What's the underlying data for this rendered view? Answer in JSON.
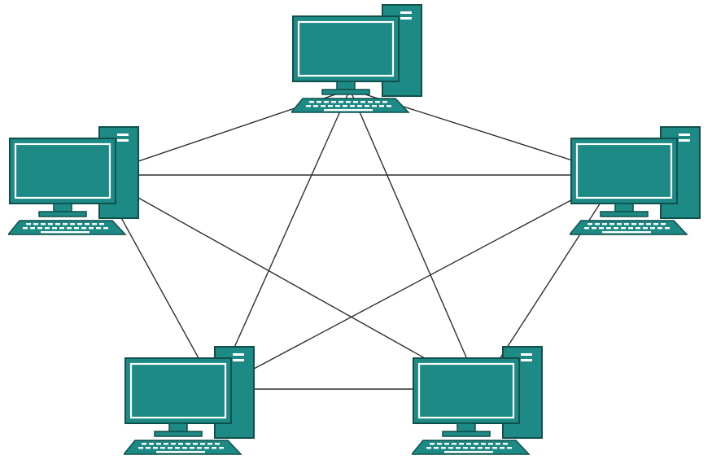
{
  "diagram": {
    "topology": "full mesh",
    "node_type": "computer",
    "node_icon": "desktop-computer-icon",
    "nodes": [
      {
        "id": "top"
      },
      {
        "id": "left"
      },
      {
        "id": "right"
      },
      {
        "id": "bottom-left"
      },
      {
        "id": "bottom-right"
      }
    ],
    "links": [
      [
        "top",
        "left"
      ],
      [
        "top",
        "right"
      ],
      [
        "top",
        "bottom-left"
      ],
      [
        "top",
        "bottom-right"
      ],
      [
        "left",
        "right"
      ],
      [
        "left",
        "bottom-left"
      ],
      [
        "left",
        "bottom-right"
      ],
      [
        "right",
        "bottom-left"
      ],
      [
        "right",
        "bottom-right"
      ],
      [
        "bottom-left",
        "bottom-right"
      ]
    ]
  },
  "colors": {
    "computer_fill": "#1e8a86",
    "computer_edge": "#0f4f4c",
    "screen_fill": "#1e8a86",
    "screen_border": "#ffffff",
    "link_stroke": "#2f2f2f",
    "background": "#ffffff"
  }
}
